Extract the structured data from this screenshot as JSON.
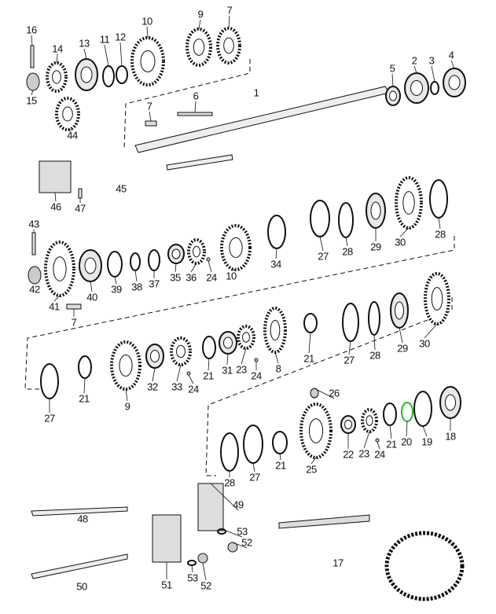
{
  "diagram": {
    "type": "exploded-parts-view",
    "highlight_color": "#22bb22",
    "highlighted_part": "20",
    "part_labels": [
      "16",
      "14",
      "13",
      "11",
      "12",
      "10",
      "9",
      "7",
      "15",
      "44",
      "1",
      "7",
      "6",
      "5",
      "2",
      "3",
      "4",
      "46",
      "47",
      "45",
      "43",
      "42",
      "41",
      "40",
      "39",
      "38",
      "37",
      "35",
      "36",
      "24",
      "10",
      "34",
      "27",
      "28",
      "29",
      "30",
      "28",
      "7",
      "27",
      "21",
      "9",
      "32",
      "33",
      "24",
      "21",
      "31",
      "23",
      "24",
      "8",
      "21",
      "27",
      "28",
      "29",
      "30",
      "26",
      "28",
      "27",
      "21",
      "25",
      "22",
      "23",
      "24",
      "21",
      "20",
      "19",
      "18",
      "49",
      "48",
      "53",
      "52",
      "17",
      "50",
      "51",
      "53",
      "52"
    ]
  }
}
